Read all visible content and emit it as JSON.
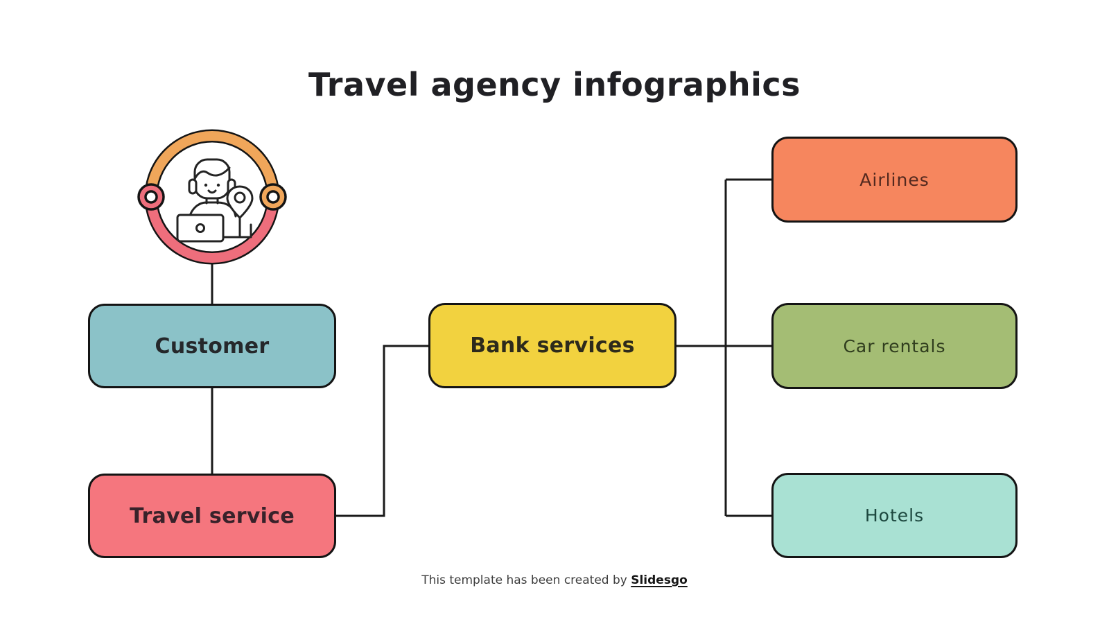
{
  "title": "Travel agency infographics",
  "footer": {
    "prefix": "This template has been created by ",
    "brand": "Slidesgo"
  },
  "icon": {
    "name": "travel-agent-at-laptop",
    "ring_top_color": "#F0A65A",
    "ring_bottom_color": "#EE6E7C",
    "left_marker_color": "#EE6E7C",
    "right_marker_color": "#F0A65A",
    "outline_color": "#141414",
    "art_stroke_color": "#232323"
  },
  "diagram": {
    "outline_color": "#141414",
    "connector_color": "#1a1a1a",
    "background": "#FFFFFF",
    "title_color": "#202024",
    "nodes": [
      {
        "id": "customer",
        "label": "Customer",
        "fill": "#8BC2C8",
        "text_color": "#25282B",
        "emphasis": "bold"
      },
      {
        "id": "travel-service",
        "label": "Travel service",
        "fill": "#F5767E",
        "text_color": "#38222A",
        "emphasis": "bold"
      },
      {
        "id": "bank-services",
        "label": "Bank services",
        "fill": "#F2D23F",
        "text_color": "#2D2A1C",
        "emphasis": "bold"
      },
      {
        "id": "airlines",
        "label": "Airlines",
        "fill": "#F6865E",
        "text_color": "#53291F",
        "emphasis": "regular"
      },
      {
        "id": "car-rentals",
        "label": "Car rentals",
        "fill": "#A4BD74",
        "text_color": "#303D1E",
        "emphasis": "regular"
      },
      {
        "id": "hotels",
        "label": "Hotels",
        "fill": "#A9E1D3",
        "text_color": "#1C473E",
        "emphasis": "regular"
      }
    ],
    "edges": [
      {
        "from": "customer-icon",
        "to": "customer"
      },
      {
        "from": "customer",
        "to": "travel-service"
      },
      {
        "from": "travel-service",
        "to": "bank-services"
      },
      {
        "from": "bank-services",
        "to": "airlines"
      },
      {
        "from": "bank-services",
        "to": "car-rentals"
      },
      {
        "from": "bank-services",
        "to": "hotels"
      }
    ]
  }
}
